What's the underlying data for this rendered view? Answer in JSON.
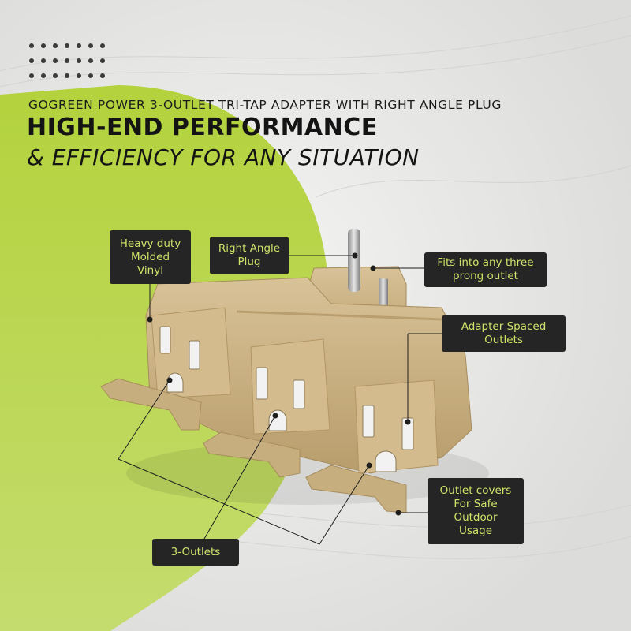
{
  "header": {
    "subtitle": "GOGREEN POWER 3-OUTLET TRI-TAP ADAPTER WITH RIGHT ANGLE PLUG",
    "headline": "HIGH-END PERFORMANCE",
    "tagline": "& EFFICIENCY FOR ANY SITUATION"
  },
  "callouts": {
    "vinyl": "Heavy duty\nMolded\nVinyl",
    "plug": "Right Angle\nPlug",
    "prong": "Fits into any three\nprong outlet",
    "spaced": "Adapter Spaced\nOutlets",
    "covers": "Outlet covers\nFor Safe\nOutdoor\nUsage",
    "outlets": "3-Outlets"
  },
  "colors": {
    "accent_green": "#b8d44a",
    "label_bg": "#252525",
    "label_text": "#cfe36a",
    "product_tan": "#cdb587"
  }
}
